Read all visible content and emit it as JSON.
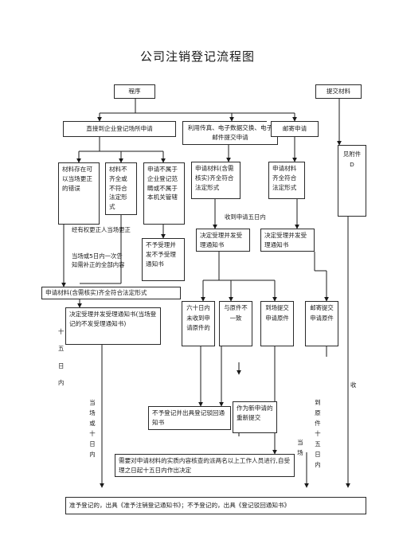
{
  "title": "公司注销登记流程图",
  "nodes": {
    "program": "程序",
    "submit_materials": "提交材料",
    "direct_apply": "直接到企业登记场所申请",
    "fax_email": "利用传真、电子数据交换、电子邮件提交申请",
    "mail_apply": "邮寄申请",
    "appendix": "见附件D",
    "errors_correctable": "材料存在可以当场更正的错误",
    "incomplete": "材料不齐全或不符合法定形式",
    "not_in_scope": "申请不属于企业登记范畴或不属于本机关管辖",
    "fax_complete": "申请材料(含需核实)齐全符合法定形式",
    "mail_complete": "申请材料齐全符合法定形式",
    "reject_notice": "不予受理并发不予受理通知书",
    "accept_fax": "决定受理并发受理通知书",
    "accept_mail": "决定受理并发受理通知书",
    "materials_complete": "申请材料(含需核实)齐全符合法定形式",
    "accept_notice": "决定受理并发受理通知书(当场登记的不发受理通知书)",
    "within_15": "六十日内未收到申请原件的",
    "inconsistent": "与原件不一致",
    "onsite_submit": "到场提交申请原件",
    "mail_original": "邮寄提交申请原件",
    "not_register": "不予登记并出具登记驳回通知书",
    "resubmit": "作为新申请的重新提交",
    "verify": "需要对申请材料的实质内容核查的派两名以上工作人员进行,自受理之日起十五日内作出决定",
    "final": "准予登记的，出具《准予注销登记通知书》；不予登记的，出具《登记驳回通知书》"
  },
  "annotations": {
    "correct_onsite": "经有权更正人当场更正",
    "notify_once": "当场或5日内一次告知需补正的全部内容",
    "received_5days": "收到申请五日内",
    "fifteen_days": "十五日内",
    "onsite_or_15": "当场或十日内",
    "received": "收",
    "originals_15": "到原件十五日内",
    "onsite": "当场"
  }
}
